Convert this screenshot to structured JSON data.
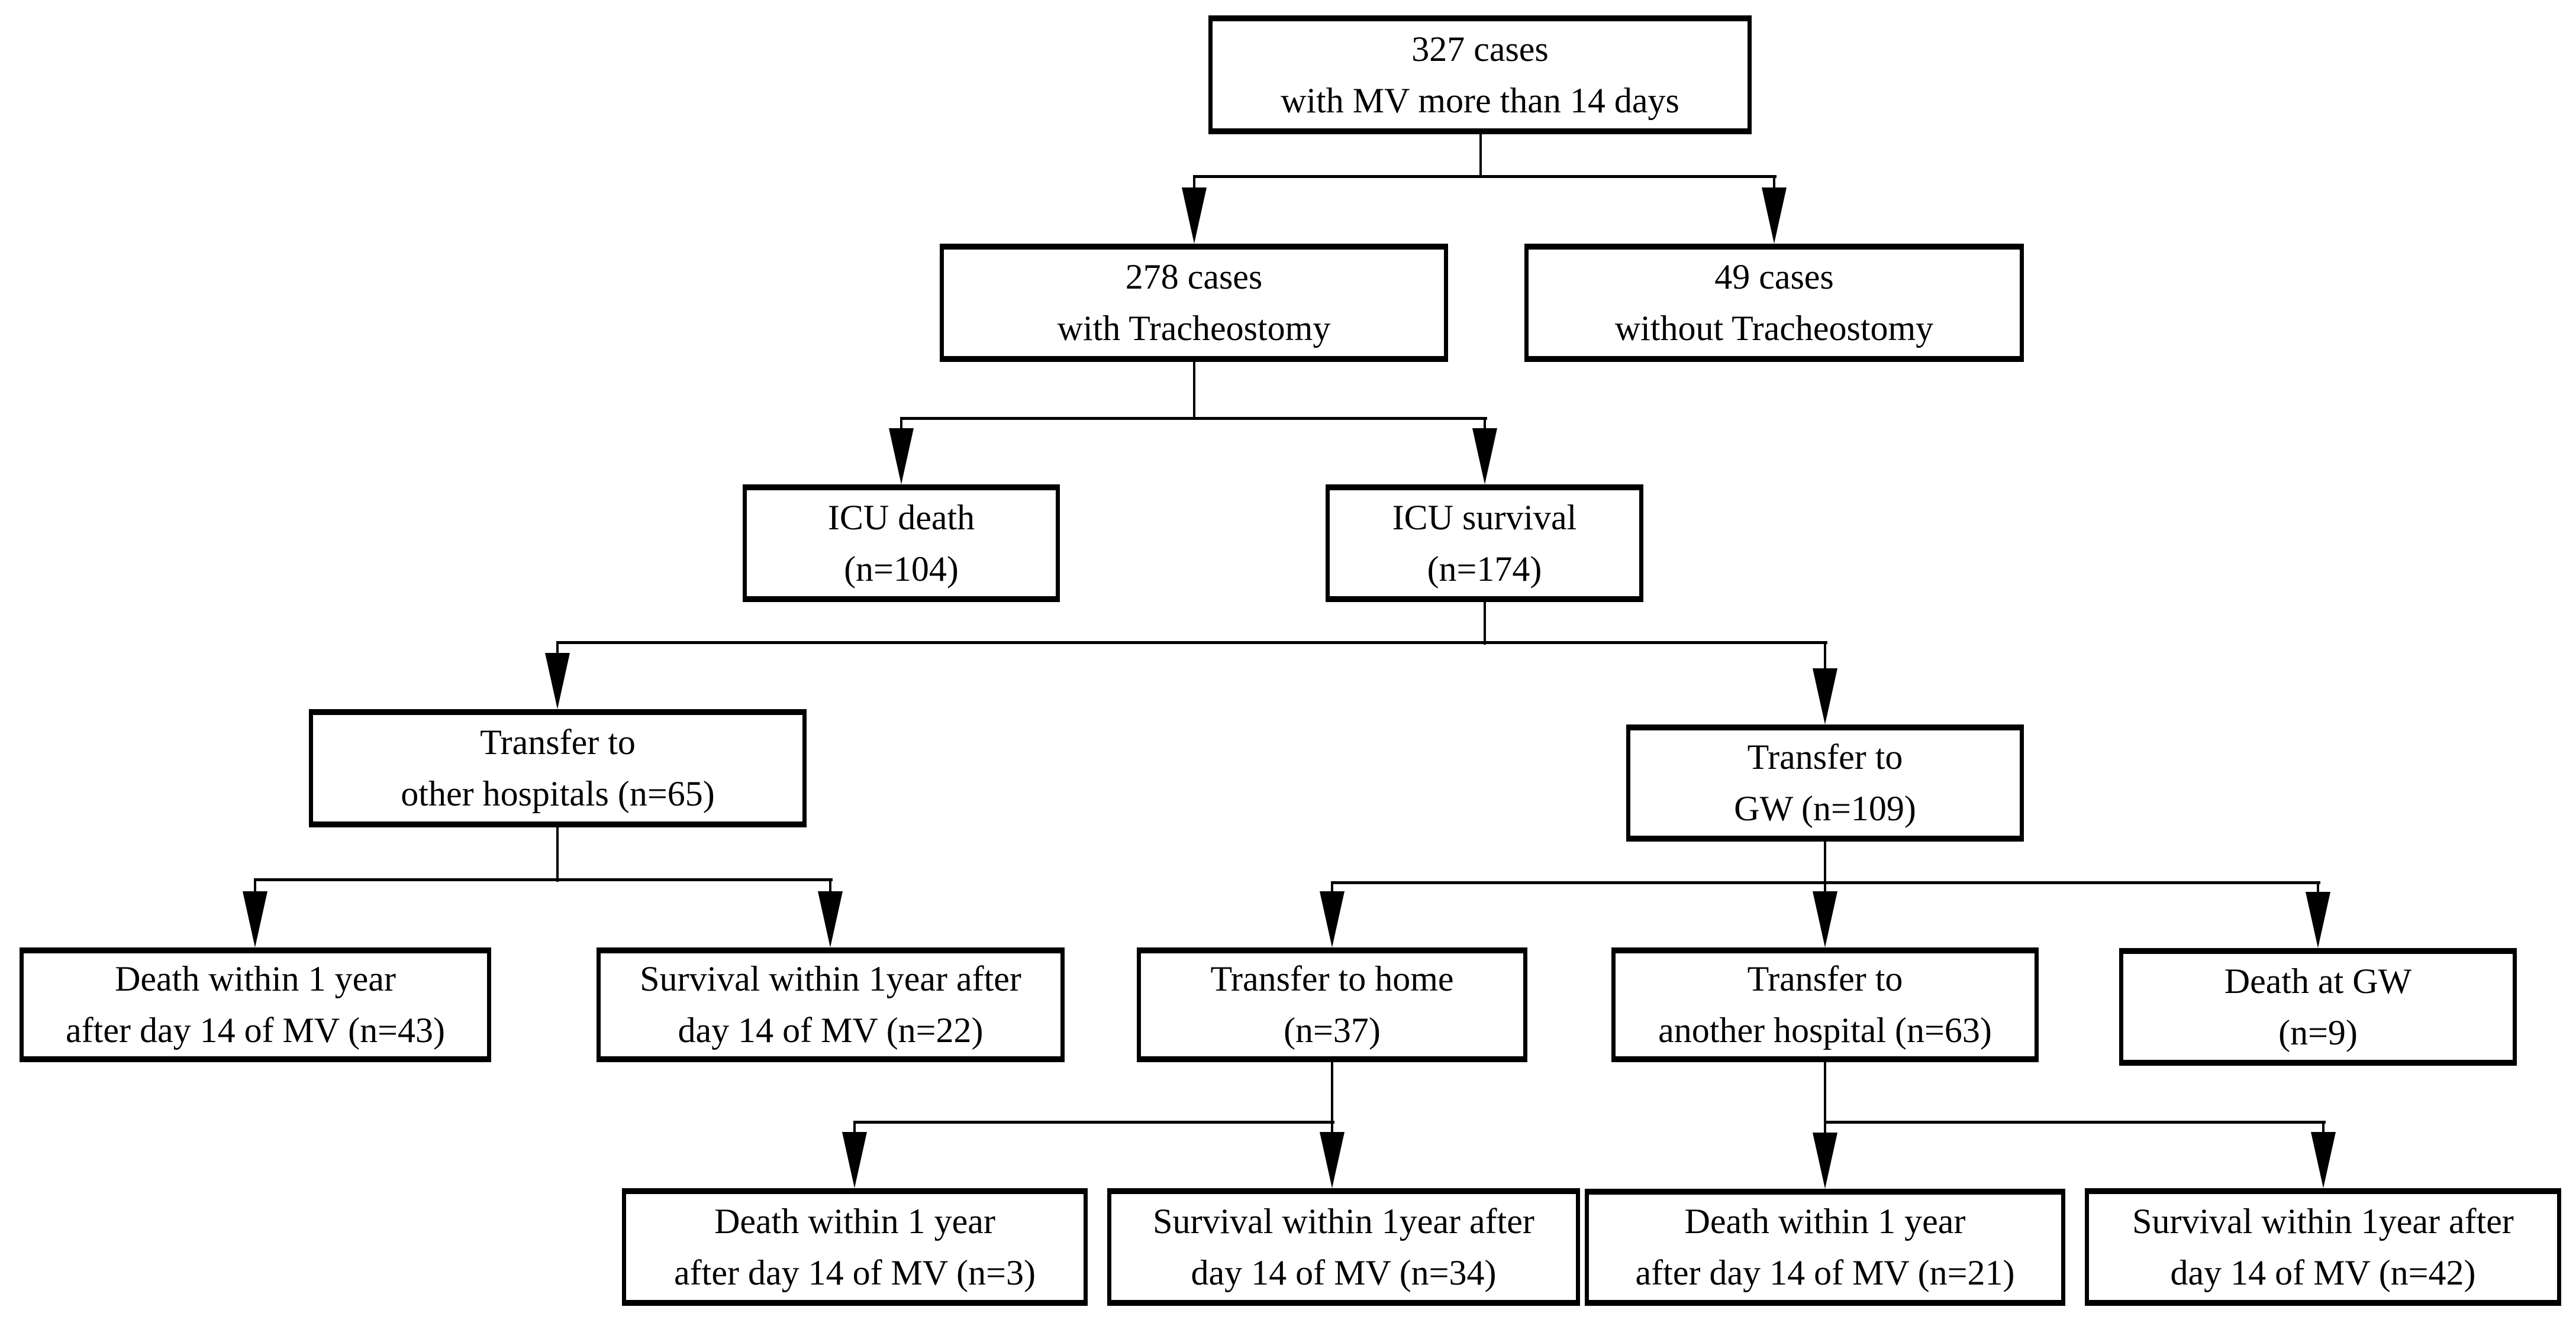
{
  "figure": {
    "type": "flowchart",
    "background_color": "#ffffff",
    "box_border_color": "#000000",
    "text_color": "#000000"
  },
  "nodes": {
    "total": {
      "label": "327 cases\nwith MV more than 14 days"
    },
    "trach": {
      "label": "278 cases\nwith Tracheostomy"
    },
    "no_trach": {
      "label": "49 cases\nwithout Tracheostomy"
    },
    "icu_death": {
      "label": "ICU death\n(n=104)"
    },
    "icu_survival": {
      "label": "ICU survival\n(n=174)"
    },
    "transfer_other": {
      "label": "Transfer to\nother hospitals (n=65)"
    },
    "transfer_gw": {
      "label": "Transfer to\nGW (n=109)"
    },
    "death1y_43": {
      "label": "Death within 1 year\nafter day 14 of MV (n=43)"
    },
    "surv1y_22": {
      "label": "Survival within 1year after\nday 14 of MV (n=22)"
    },
    "transfer_home": {
      "label": "Transfer to home\n(n=37)"
    },
    "transfer_another": {
      "label": "Transfer to\nanother hospital (n=63)"
    },
    "death_gw": {
      "label": "Death at GW\n(n=9)"
    },
    "death1y_3": {
      "label": "Death within 1 year\nafter day 14 of MV (n=3)"
    },
    "surv1y_34": {
      "label": "Survival within 1year after\nday 14 of MV (n=34)"
    },
    "death1y_21": {
      "label": "Death within 1 year\nafter day 14 of MV (n=21)"
    },
    "surv1y_42": {
      "label": "Survival within 1year after\nday 14 of MV (n=42)"
    }
  }
}
